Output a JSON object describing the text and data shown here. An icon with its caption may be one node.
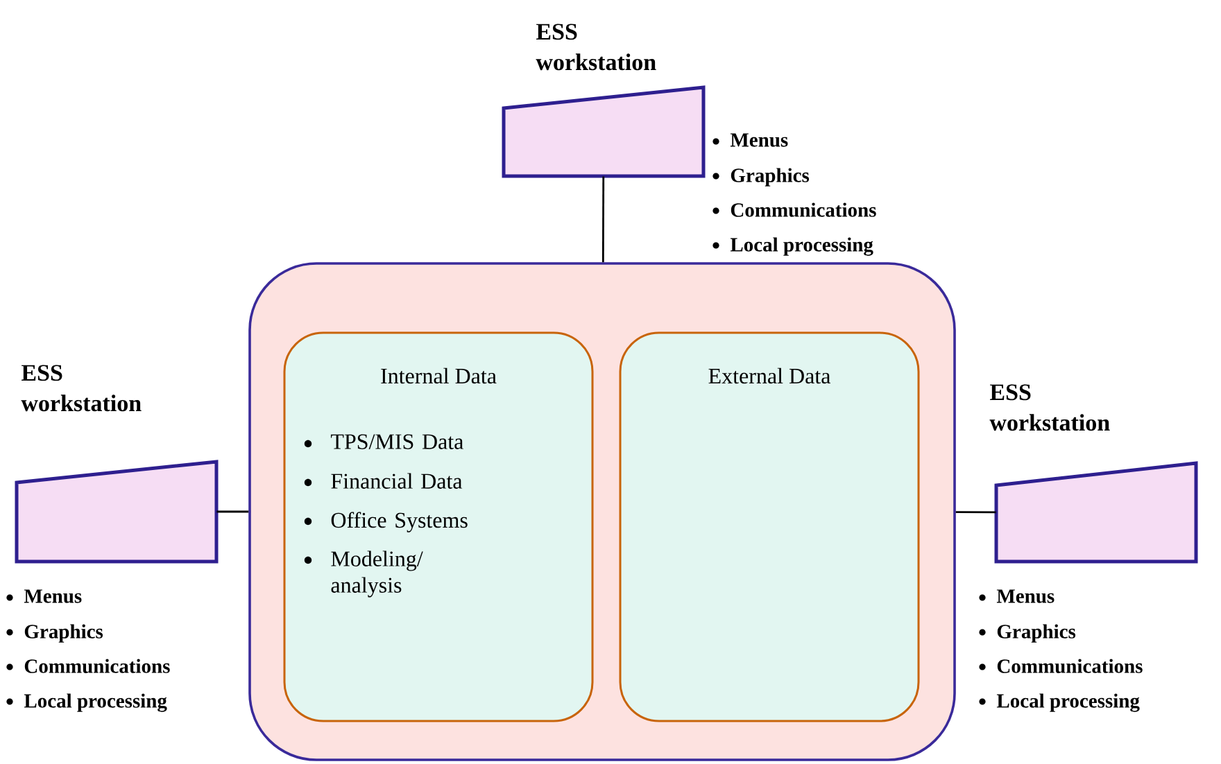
{
  "diagram": {
    "nodes": [
      {
        "text": [],
        "shape": "box"
      },
      {
        "text": [
          "Internal Data",
          "TPS/MIS Data",
          "Financial Data",
          "Office Systems",
          "Modeling/ analysis"
        ],
        "in": 0
      },
      {
        "text": [
          "External Data"
        ],
        "in": 0
      },
      {
        "text": [
          "ESS workstation",
          "Menus",
          "Graphics",
          "Communications",
          "Local processing"
        ]
      },
      {
        "text": [
          "ESS workstation",
          "Menus",
          "Graphics",
          "Communications",
          "Local processing"
        ]
      },
      {
        "text": [
          "ESS workstation",
          "Menus",
          "Graphics",
          "Communications",
          "Local processing"
        ]
      }
    ],
    "edges": [
      {
        "from": 3,
        "to": 0,
        "arrow": "none"
      },
      {
        "from": 4,
        "to": 0,
        "arrow": "none"
      },
      {
        "from": 0,
        "to": 5,
        "arrow": "none"
      }
    ]
  }
}
